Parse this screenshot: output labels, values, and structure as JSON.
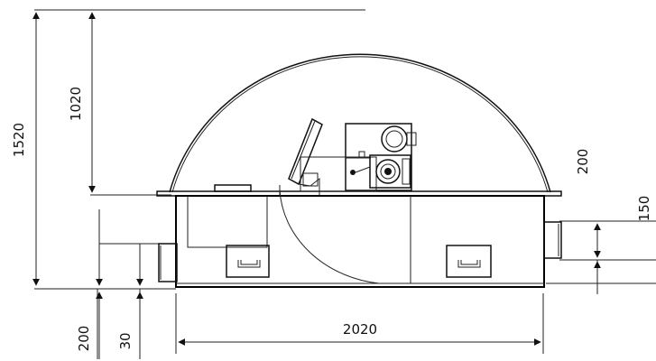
{
  "dimensions": {
    "overall_height": "1520",
    "dome_height": "1020",
    "body_width": "2020",
    "outlet_height": "200",
    "outlet_pipe": "150",
    "inlet_height": "200",
    "base_offset": "30"
  },
  "colors": {
    "line": "#111111",
    "background": "#ffffff"
  }
}
